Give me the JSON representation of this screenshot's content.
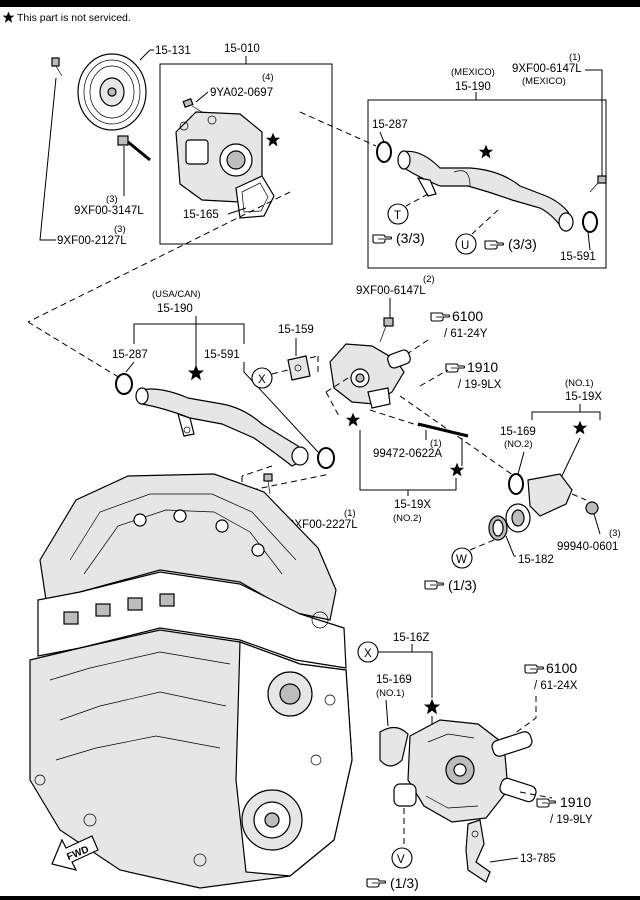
{
  "header": {
    "note": "This part is not serviced."
  },
  "callouts": {
    "water_pump": "15-010",
    "bolt_pump": "9YA02-0697",
    "bolt_pump_qty": "(4)",
    "pulley": "15-131",
    "gasket_pump": "15-165",
    "bolt_a": "9XF00-3147L",
    "bolt_a_qty": "(3)",
    "bolt_b": "9XF00-2127L",
    "bolt_b_qty": "(3)",
    "mexico_tag": "(MEXICO)",
    "pipe_mx": "15-190",
    "oring_mx_a": "15-287",
    "oring_mx_b": "15-591",
    "bolt_mx": "9XF00-6147L",
    "bolt_mx_qty": "(1)",
    "bolt_mx_tag": "(MEXICO)",
    "ref_t": "(3/3)",
    "ref_u": "(3/3)",
    "usa_tag": "(USA/CAN)",
    "pipe_usa": "15-190",
    "oring_usa_a": "15-287",
    "oring_usa_b": "15-591",
    "bolt_usa": "9XF00-2227L",
    "bolt_usa_qty": "(1)",
    "bolt_top": "9XF00-6147L",
    "bolt_top_qty": "(2)",
    "ref_6100_top": "6100",
    "ref_6100_top_sub": "/ 61-24Y",
    "ref_1910_top": "1910",
    "ref_1910_top_sub": "/ 19-9LX",
    "bracket": "15-159",
    "stud": "99472-0622A",
    "stud_qty": "(1)",
    "housing_no2": "15-19X",
    "housing_no2_tag": "(NO.2)",
    "housing_no1_tag": "(NO.1)",
    "housing_no1": "15-19X",
    "gasket_no2": "15-169",
    "gasket_no2_tag": "(NO.2)",
    "sensor": "99940-0601",
    "sensor_qty": "(3)",
    "clamp": "15-182",
    "ref_w": "(1/3)",
    "thermostat": "15-16Z",
    "gasket_no1": "15-169",
    "gasket_no1_tag": "(NO.1)",
    "ref_6100_bot": "6100",
    "ref_6100_bot_sub": "/ 61-24X",
    "ref_1910_bot": "1910",
    "ref_1910_bot_sub": "/ 19-9LY",
    "harness_bracket": "13-785",
    "ref_v": "(1/3)",
    "fwd": "FWD"
  },
  "markers": {
    "t": "T",
    "u": "U",
    "x1": "X",
    "w": "W",
    "x2": "X",
    "v": "V"
  }
}
